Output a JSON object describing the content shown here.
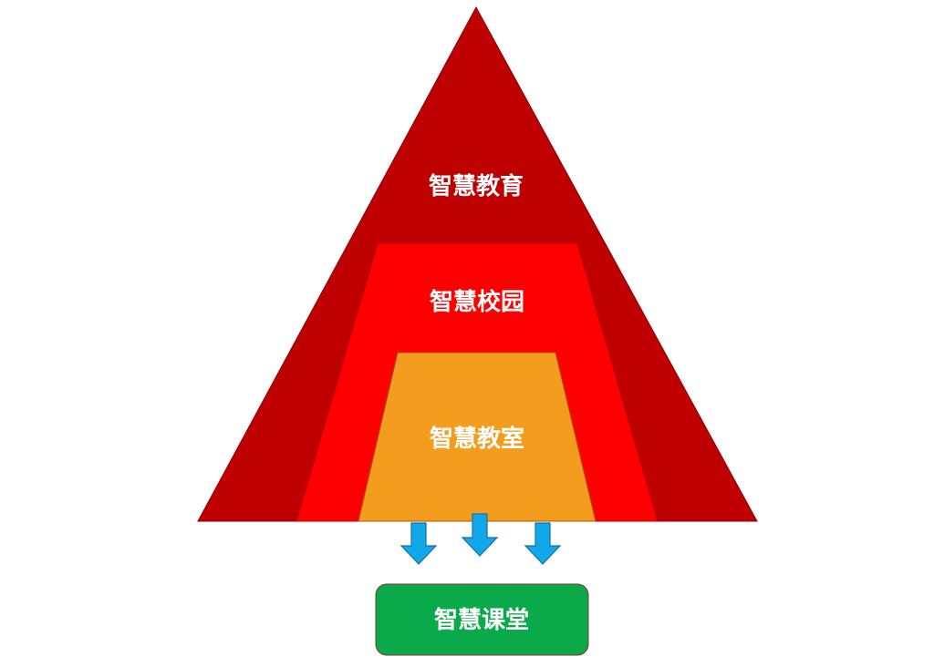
{
  "diagram": {
    "layers": [
      {
        "id": "outer",
        "label": "智慧教育",
        "color": "#bf0000"
      },
      {
        "id": "middle",
        "label": "智慧校园",
        "color": "#ff0000"
      },
      {
        "id": "inner",
        "label": "智慧教室",
        "color": "#f39c1e"
      }
    ],
    "arrow_color": "#11a8ea",
    "result": {
      "label": "智慧课堂",
      "color": "#0aaa4a"
    }
  }
}
